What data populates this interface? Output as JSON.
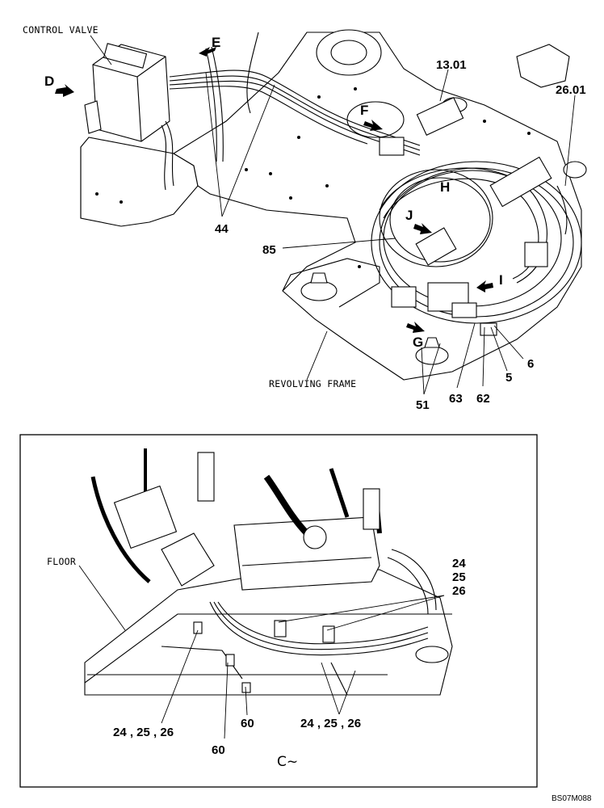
{
  "upper": {
    "control_valve": "CONTROL VALVE",
    "revolving_frame": "REVOLVING FRAME",
    "view_d": "D",
    "view_e": "E",
    "view_f": "F",
    "view_g": "G",
    "view_h": "H",
    "view_i": "I",
    "view_j": "J",
    "p_13_01": "13.01",
    "p_26_01": "26.01",
    "p_44": "44",
    "p_85": "85",
    "p_51": "51",
    "p_63": "63",
    "p_62": "62",
    "p_5": "5",
    "p_6": "6"
  },
  "inset": {
    "floor": "FLOOR",
    "p_24": "24",
    "p_25": "25",
    "p_26": "26",
    "p_242526_left": "24 , 25 , 26",
    "p_242526_right": "24 , 25 , 26",
    "p_60_left": "60",
    "p_60_right": "60",
    "view_title": "C~"
  },
  "drawing_code": "BS07M088"
}
